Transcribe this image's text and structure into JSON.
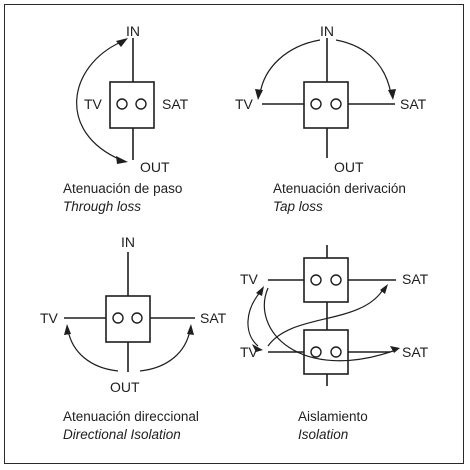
{
  "panels": {
    "through_loss": {
      "in": "IN",
      "out": "OUT",
      "tv": "TV",
      "sat": "SAT",
      "caption_es": "Atenuación de paso",
      "caption_en": "Through loss"
    },
    "tap_loss": {
      "in": "IN",
      "out": "OUT",
      "tv": "TV",
      "sat": "SAT",
      "caption_es": "Atenuación derivación",
      "caption_en": "Tap loss"
    },
    "directional_isolation": {
      "in": "IN",
      "out": "OUT",
      "tv": "TV",
      "sat": "SAT",
      "caption_es": "Atenuación direccional",
      "caption_en": "Directional Isolation"
    },
    "isolation": {
      "tv_top": "TV",
      "sat_top": "SAT",
      "tv_bottom": "TV",
      "sat_bottom": "SAT",
      "caption_es": "Aislamiento",
      "caption_en": "Isolation"
    }
  }
}
